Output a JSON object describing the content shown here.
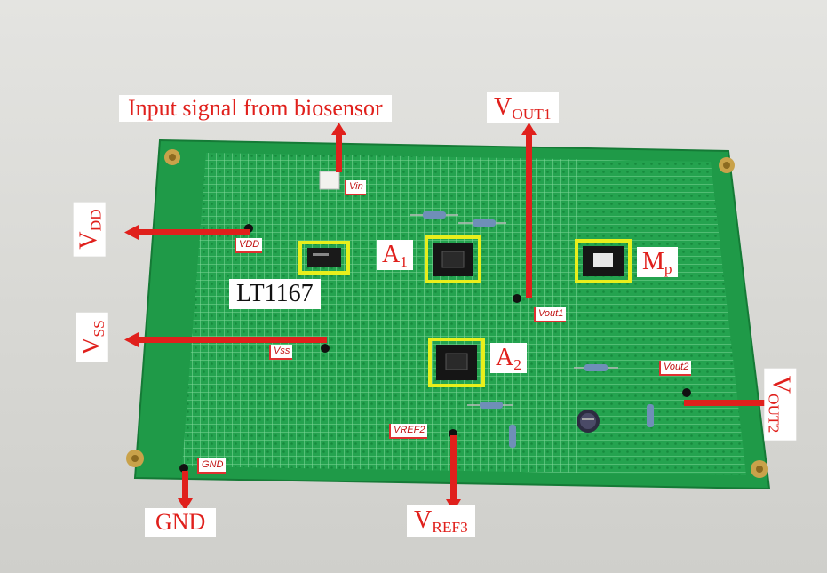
{
  "labels": {
    "input_signal": "Input signal from biosensor",
    "vdd_main": "V",
    "vdd_sub": "DD",
    "vss_main": "V",
    "vss_sub": "SS",
    "vout1_main": "V",
    "vout1_sub": "OUT1",
    "vout2_main": "V",
    "vout2_sub": "OUT2",
    "vref3_main": "V",
    "vref3_sub": "REF3",
    "gnd": "GND",
    "lt1167": "LT1167",
    "a1_main": "A",
    "a1_sub": "1",
    "a2_main": "A",
    "a2_sub": "2",
    "mp_main": "M",
    "mp_sub": "p"
  },
  "tags": {
    "vin": "Vin",
    "vdd": "VDD",
    "vss": "Vss",
    "vout1": "Vout1",
    "vout2": "Vout2",
    "vref2": "VREF2",
    "gnd": "GND"
  },
  "colors": {
    "board": "#1f9a48",
    "arrow": "#e0201c",
    "highlight": "#e8ef1c",
    "label_text": "#e0201c"
  }
}
